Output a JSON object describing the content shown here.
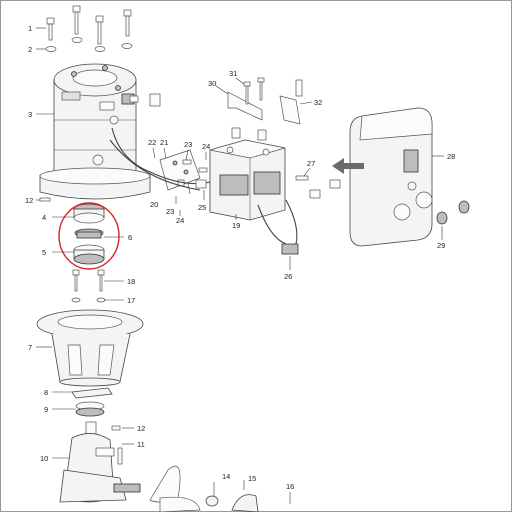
{
  "callouts": {
    "c1": "1",
    "c2": "2",
    "c3": "3",
    "c4": "4",
    "c5": "5",
    "c6": "6",
    "c7": "7",
    "c8": "8",
    "c9": "9",
    "c10": "10",
    "c11": "11",
    "c12a": "12",
    "c12b": "12",
    "c14": "14",
    "c15": "15",
    "c16": "16",
    "c17": "17",
    "c18": "18",
    "c19": "19",
    "c20": "20",
    "c21": "21",
    "c22": "22",
    "c23a": "23",
    "c23b": "23",
    "c24a": "24",
    "c24b": "24",
    "c25": "25",
    "c26": "26",
    "c27": "27",
    "c28": "28",
    "c29": "29",
    "c30": "30",
    "c31": "31",
    "c32": "32"
  },
  "highlight": {
    "color": "#d9262b"
  },
  "arrow": {
    "color": "#6b6b6b"
  }
}
